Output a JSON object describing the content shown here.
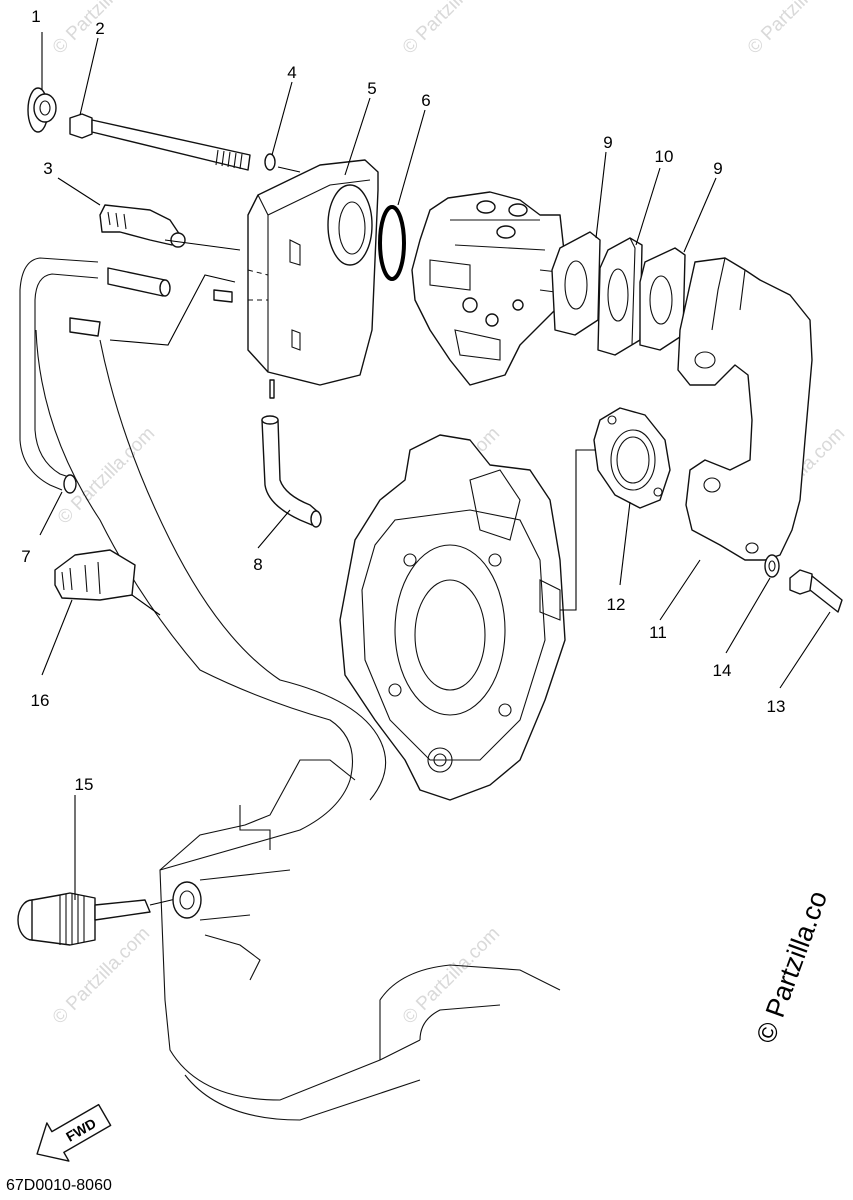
{
  "callouts": [
    "1",
    "2",
    "3",
    "4",
    "5",
    "6",
    "7",
    "8",
    "9",
    "9",
    "10",
    "11",
    "12",
    "13",
    "14",
    "15",
    "16"
  ],
  "diagram_code": "67D0010-8060",
  "fwd_label": "FWD",
  "watermark": "© Partzilla.com",
  "copyright_corner": "© Partzilla.co"
}
